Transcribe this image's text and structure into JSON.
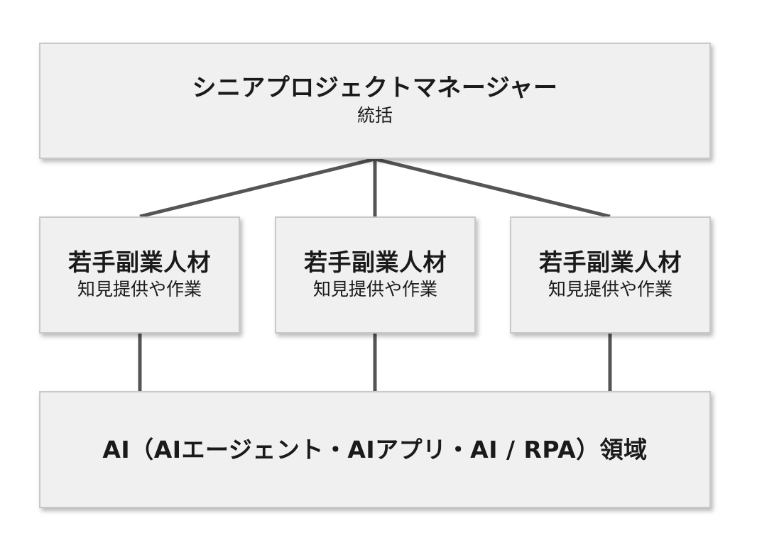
{
  "top": {
    "title": "シニアプロジェクトマネージャー",
    "subtitle": "統括"
  },
  "children": [
    {
      "title": "若手副業人材",
      "subtitle": "知見提供や作業"
    },
    {
      "title": "若手副業人材",
      "subtitle": "知見提供や作業"
    },
    {
      "title": "若手副業人材",
      "subtitle": "知見提供や作業"
    }
  ],
  "bottom": {
    "title": "AI（AIエージェント・AIアプリ・AI / RPA）領域"
  },
  "colors": {
    "box_fill": "#f0f0f0",
    "box_border": "#c9c9c9",
    "connector": "#555555",
    "text": "#1a1a1a"
  }
}
